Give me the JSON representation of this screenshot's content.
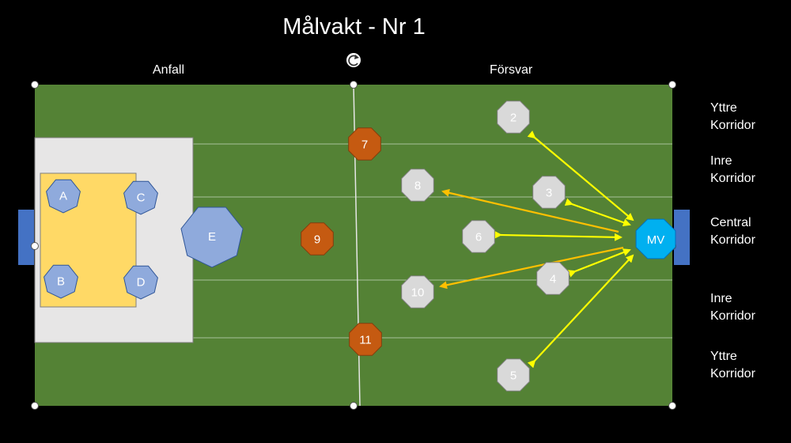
{
  "title": "Målvakt - Nr 1",
  "sides": {
    "attack": "Anfall",
    "defense": "Försvar"
  },
  "corridors": [
    {
      "line1": "Yttre",
      "line2": "Korridor"
    },
    {
      "line1": "Inre",
      "line2": "Korridor"
    },
    {
      "line1": "Central",
      "line2": "Korridor"
    },
    {
      "line1": "Inre",
      "line2": "Korridor"
    },
    {
      "line1": "Yttre",
      "line2": "Korridor"
    }
  ],
  "colors": {
    "background": "#000000",
    "field": "#548235",
    "goal": "#4472c4",
    "penalty_area": "#e7e6e6",
    "goal_area": "#ffd966",
    "attacker": "#8faadc",
    "orange_player": "#c55a11",
    "gray_player": "#d9d9d9",
    "goalkeeper": "#00b0f0",
    "arrow_yellow": "#ffff00",
    "arrow_orange": "#ffc000"
  },
  "tokens": {
    "attackers": [
      "A",
      "B",
      "C",
      "D",
      "E"
    ],
    "orange": [
      "7",
      "9",
      "11"
    ],
    "gray": [
      "2",
      "3",
      "4",
      "5",
      "6",
      "8",
      "10"
    ],
    "goalkeeper": "MV"
  },
  "icons": {
    "rotate": "rotate-handle-icon"
  }
}
